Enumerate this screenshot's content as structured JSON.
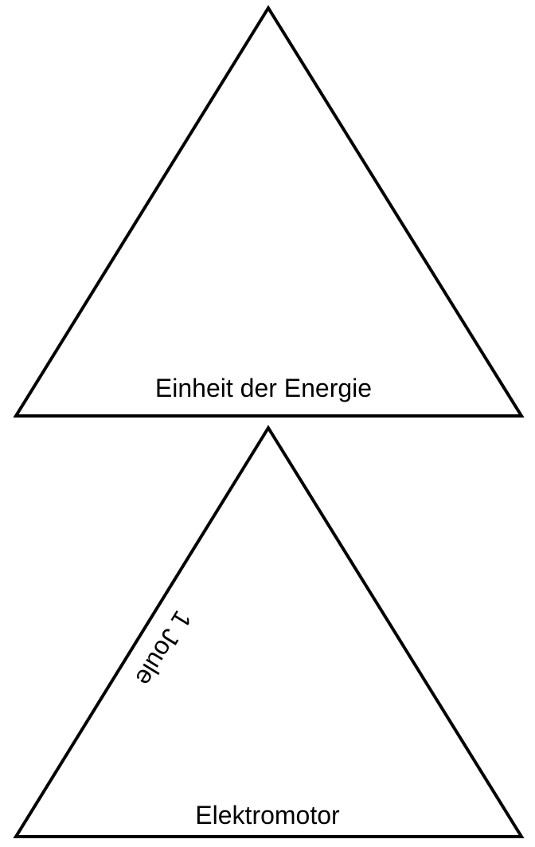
{
  "cards": [
    {
      "shape": "triangle",
      "bottom_label": "Einheit der Energie",
      "edge_label": ""
    },
    {
      "shape": "triangle",
      "bottom_label": "Elektromotor",
      "edge_label": "1 Joule"
    }
  ],
  "colors": {
    "stroke": "#000000",
    "background": "#ffffff"
  }
}
